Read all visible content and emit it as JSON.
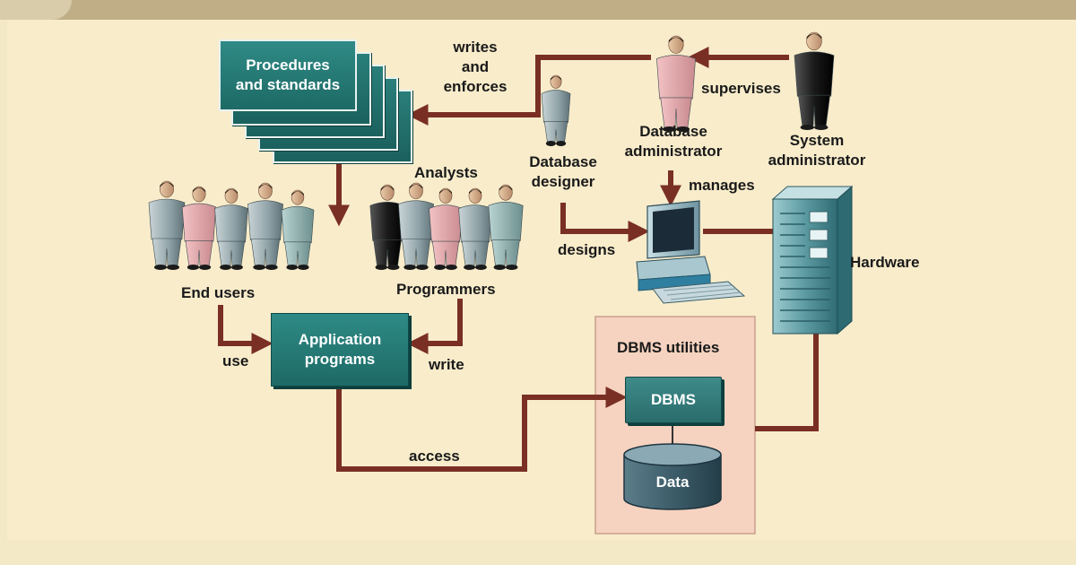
{
  "procedures": {
    "line1": "Procedures",
    "line2": "and standards"
  },
  "edges": {
    "writes_enforces": [
      "writes",
      "and",
      "enforces"
    ],
    "supervises": "supervises",
    "manages": "manages",
    "designs": "designs",
    "use": "use",
    "write": "write",
    "access": "access"
  },
  "people": {
    "db_admin": [
      "Database",
      "administrator"
    ],
    "sys_admin": [
      "System",
      "administrator"
    ],
    "db_designer": [
      "Database",
      "designer"
    ],
    "analysts": "Analysts",
    "programmers": "Programmers",
    "end_users": "End users"
  },
  "application": {
    "line1": "Application",
    "line2": "programs"
  },
  "hardware": "Hardware",
  "dbms_utilities": "DBMS utilities",
  "dbms": "DBMS",
  "data": "Data",
  "colors": {
    "arrow": "#7a2f24",
    "box": "#1d6a66",
    "utilities_bg": "#f6d3c0",
    "background": "#f8eccb"
  }
}
